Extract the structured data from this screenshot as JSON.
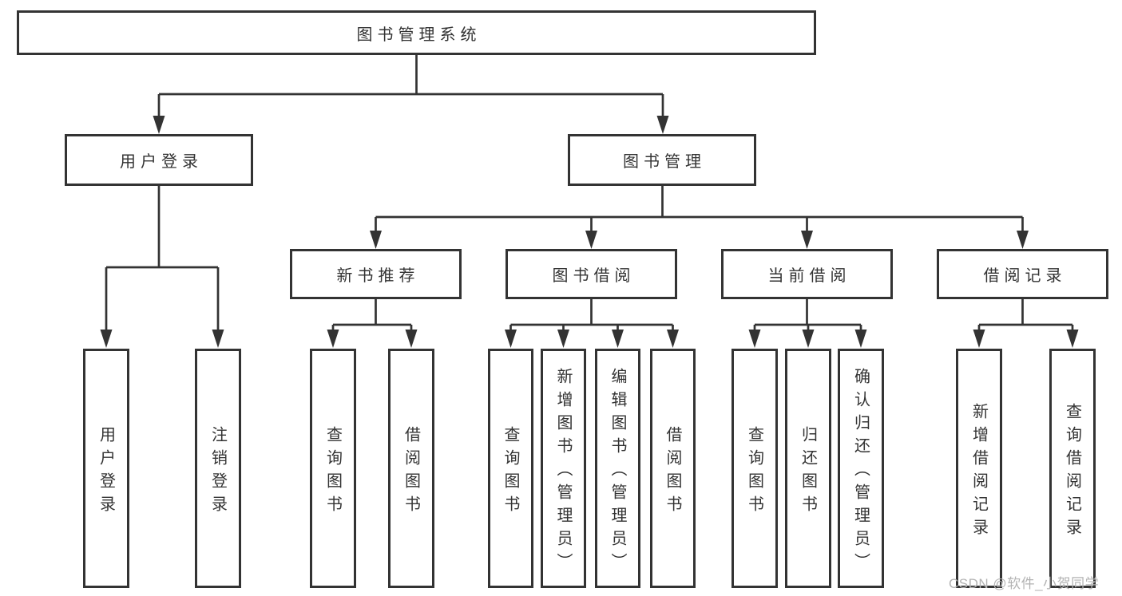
{
  "colors": {
    "line": "#333333",
    "text": "#333333",
    "box_background": "#ffffff",
    "watermark": "#b3b3b3"
  },
  "watermark": {
    "text": "CSDN @软件_小贺同学"
  },
  "tree": {
    "root": {
      "label": "图书管理系统"
    },
    "level2": [
      {
        "label": "用户登录"
      },
      {
        "label": "图书管理"
      }
    ],
    "level3": [
      {
        "label": "新书推荐"
      },
      {
        "label": "图书借阅"
      },
      {
        "label": "当前借阅"
      },
      {
        "label": "借阅记录"
      }
    ],
    "leaves": {
      "user": [
        {
          "label": "用户登录"
        },
        {
          "label": "注销登录"
        }
      ],
      "recommend": [
        {
          "label": "查询图书"
        },
        {
          "label": "借阅图书"
        }
      ],
      "borrow": [
        {
          "label": "查询图书"
        },
        {
          "label": "新增图书（管理员）"
        },
        {
          "label": "编辑图书（管理员）"
        },
        {
          "label": "借阅图书"
        }
      ],
      "current": [
        {
          "label": "查询图书"
        },
        {
          "label": "归还图书"
        },
        {
          "label": "确认归还（管理员）"
        }
      ],
      "records": [
        {
          "label": "新增借阅记录"
        },
        {
          "label": "查询借阅记录"
        }
      ]
    }
  }
}
